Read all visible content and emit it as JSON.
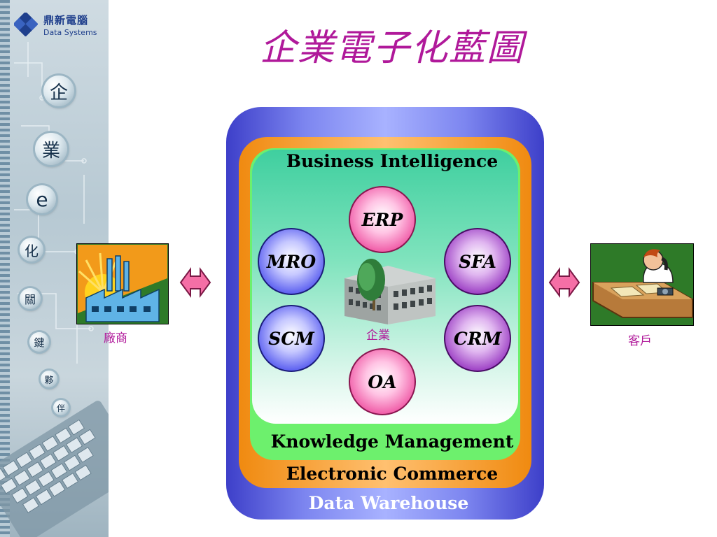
{
  "logo": {
    "name_cn": "鼎新電腦",
    "name_en": "Data Systems"
  },
  "sidebar": {
    "vertical_chars": [
      "企",
      "業",
      "e",
      "化",
      "關",
      "鍵",
      "夥",
      "伴"
    ]
  },
  "title": "企業電子化藍圖",
  "layers": {
    "business_intelligence": "Business Intelligence",
    "knowledge_management": "Knowledge Management",
    "electronic_commerce": "Electronic Commerce",
    "data_warehouse": "Data Warehouse"
  },
  "modules": {
    "erp": "ERP",
    "mro": "MRO",
    "sfa": "SFA",
    "scm": "SCM",
    "crm": "CRM",
    "oa": "OA"
  },
  "center_label": "企業",
  "left_party": "廠商",
  "right_party": "客戶",
  "colors": {
    "title": "#b0199a",
    "outer_frame": "#4a4cd6",
    "ec_frame": "#f59a2a",
    "km_frame": "#6df06d",
    "bi_panel": "#3fcf9f",
    "pink_module": "#f05aa6",
    "blue_module": "#5a5ef0",
    "purple_module": "#9c3fc4"
  }
}
